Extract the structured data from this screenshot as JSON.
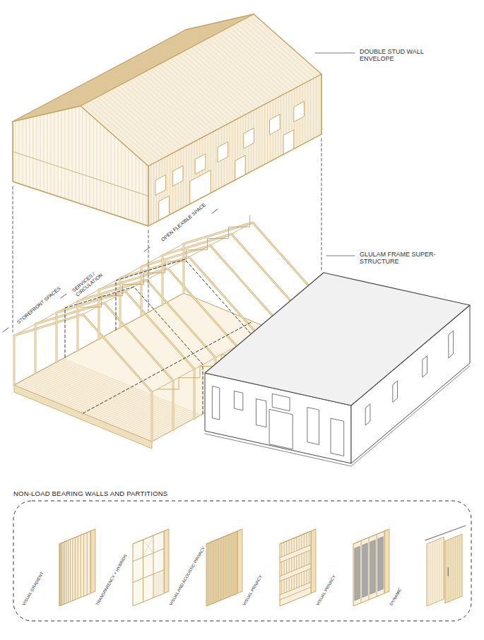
{
  "diagram": {
    "nodes": [
      {
        "text": [
          "NON-LOAD BEARING WALLS AND PARTITIONS"
        ]
      }
    ],
    "labels": [
      "DOUBLE STUD WALL ENVELOPE",
      "GLULAM FRAME SUPER-STRUCTURE",
      "OPEN FLEXIBLE SPACE",
      "SERVICES / CIRCULATION",
      "STOREFRONT SPACES",
      "VISUAL GRADIENT",
      "TRANSPARENCY + HYBRIDS",
      "VISUAL AND ACOUSTIC PRIVACY",
      "VISUAL PRIVACY",
      "VISUAL PRIVACY",
      "DYNAMIC"
    ]
  }
}
